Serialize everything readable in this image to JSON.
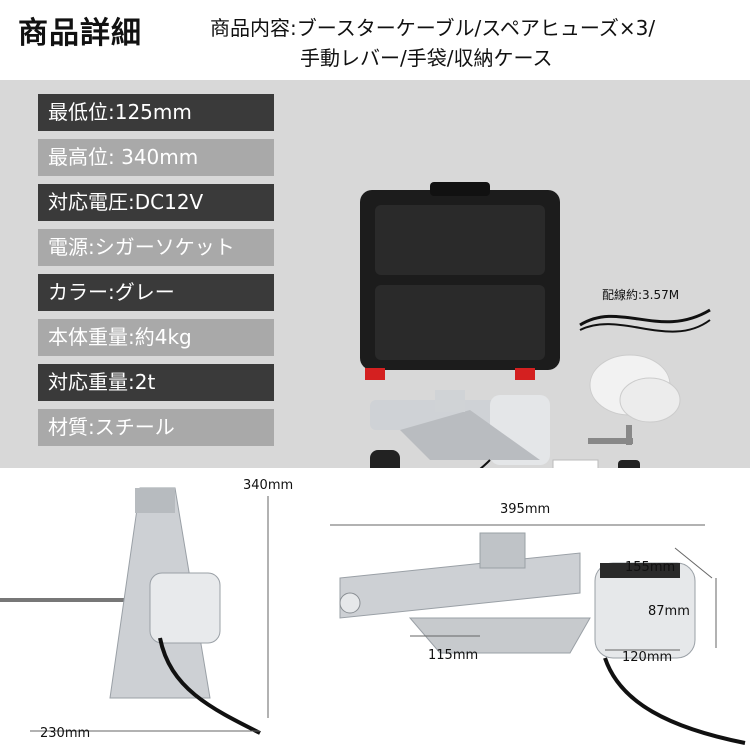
{
  "header": {
    "title": "商品詳細",
    "contents_line1": "商品内容:ブースターケーブル/スペアヒューズ×3/",
    "contents_line2": "手動レバー/手袋/収納ケース"
  },
  "specs": [
    {
      "text": "最低位:125mm",
      "style": "dark"
    },
    {
      "text": "最高位: 340mm",
      "style": "light"
    },
    {
      "text": "対応電圧:DC12V",
      "style": "dark"
    },
    {
      "text": "電源:シガーソケット",
      "style": "light"
    },
    {
      "text": "カラー:グレー",
      "style": "dark"
    },
    {
      "text": "本体重量:約4kg",
      "style": "light"
    },
    {
      "text": "対応重量:2t",
      "style": "dark"
    },
    {
      "text": "材質:スチール",
      "style": "light"
    }
  ],
  "photo": {
    "cable_label": "配線約:3.57M"
  },
  "dimensions": {
    "front_height": "340mm",
    "front_width": "230mm",
    "side_length": "395mm",
    "side_top": "155mm",
    "side_motor_height": "87mm",
    "side_base_left": "115mm",
    "side_base_right": "120mm"
  }
}
